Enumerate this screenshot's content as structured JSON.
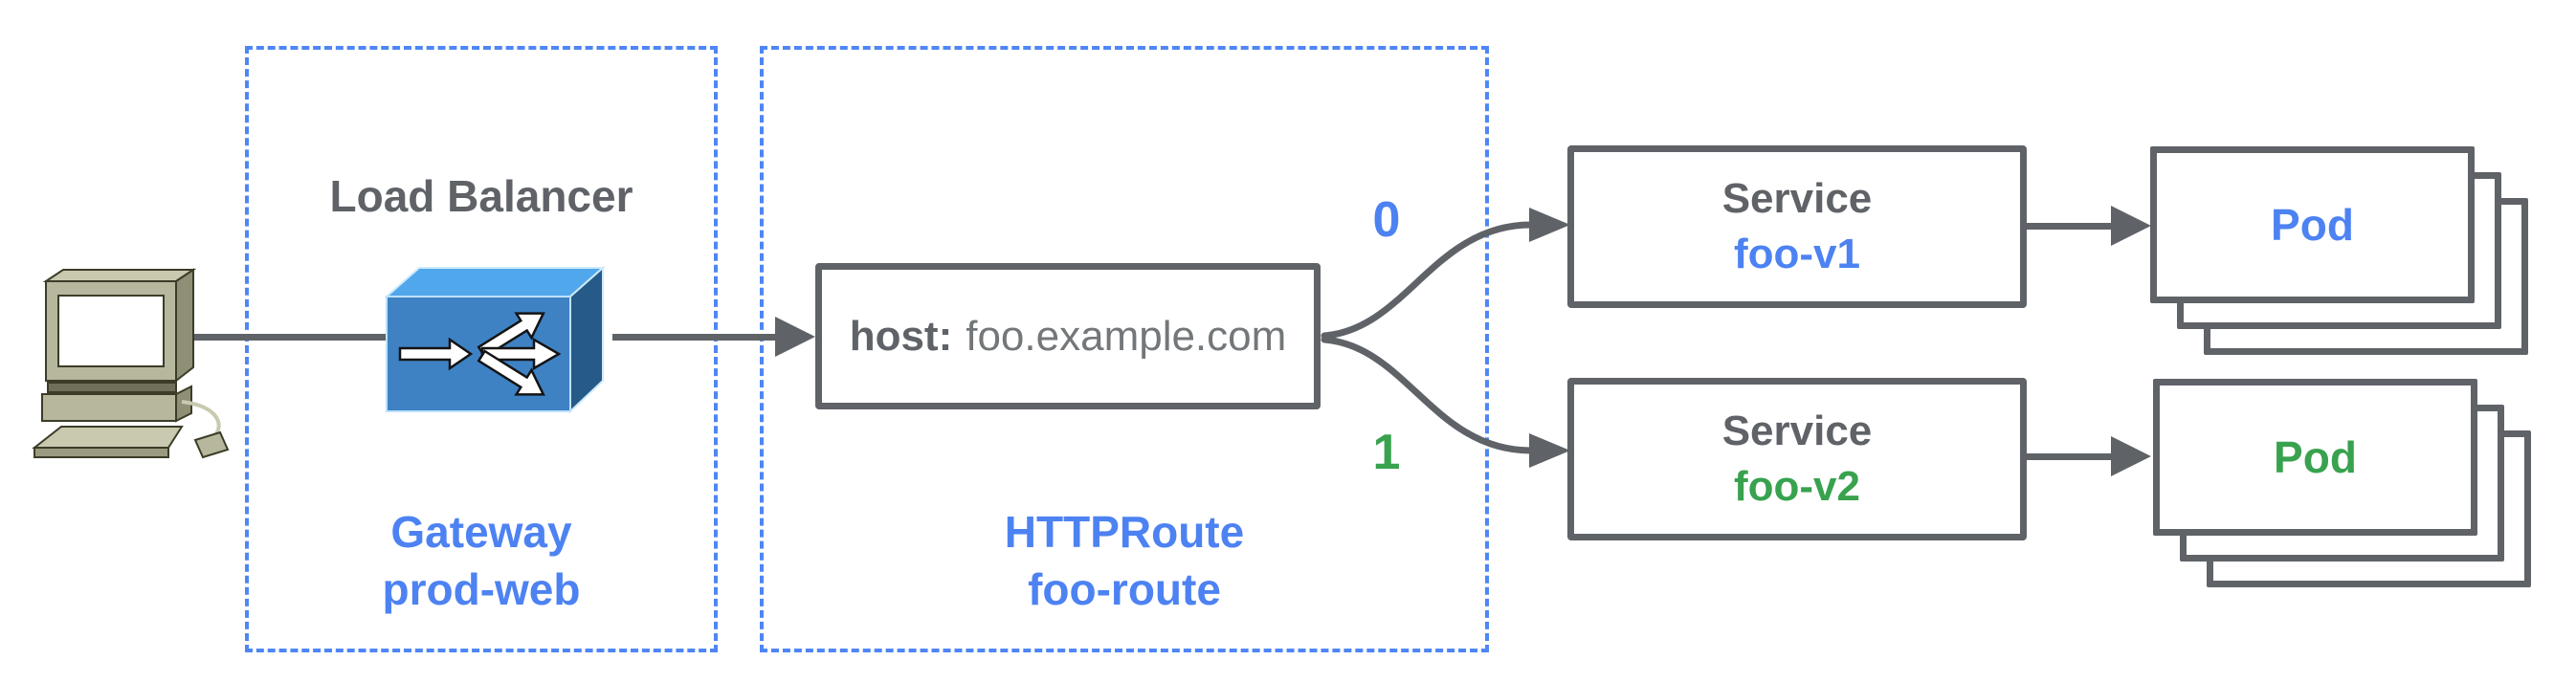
{
  "diagram": {
    "gateway_group": {
      "title": "Load Balancer",
      "kind_label": "Gateway",
      "name_label": "prod-web"
    },
    "route_group": {
      "kind_label": "HTTPRoute",
      "name_label": "foo-route",
      "host_key": "host:",
      "host_value": "foo.example.com"
    },
    "branches": [
      {
        "weight": "0",
        "service_type": "Service",
        "service_name": "foo-v1",
        "pod_label": "Pod",
        "color": "#4d82f2"
      },
      {
        "weight": "1",
        "service_type": "Service",
        "service_name": "foo-v2",
        "pod_label": "Pod",
        "color": "#38a24e"
      }
    ],
    "colors": {
      "stroke_gray": "#5f6368",
      "muted_gray": "#737779",
      "blue": "#4d82f2",
      "green": "#38a24e",
      "dashed_border": "#4e86f5",
      "lb_top": "#51a7ec",
      "lb_front": "#3e82c4",
      "lb_side": "#265a88"
    },
    "icons": {
      "client": "desktop-computer-icon",
      "load_balancer": "load-balancer-icon"
    }
  }
}
